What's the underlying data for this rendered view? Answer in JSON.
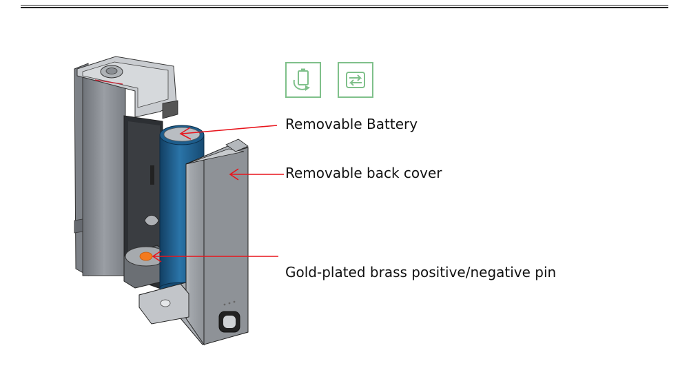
{
  "icons": [
    {
      "name": "battery-swap-icon",
      "color": "#7fc08a"
    },
    {
      "name": "replaceable-cover-icon",
      "color": "#7fc08a"
    }
  ],
  "callouts": {
    "battery": "Removable Battery",
    "back_cover": "Removable back cover",
    "pin": "Gold-plated brass positive/negative pin"
  },
  "colors": {
    "arrow": "#e8141c",
    "icon_border": "#7fc08a",
    "battery": "#1d5d8c",
    "device_body": "#8c9096",
    "pin": "#f47a1f"
  }
}
